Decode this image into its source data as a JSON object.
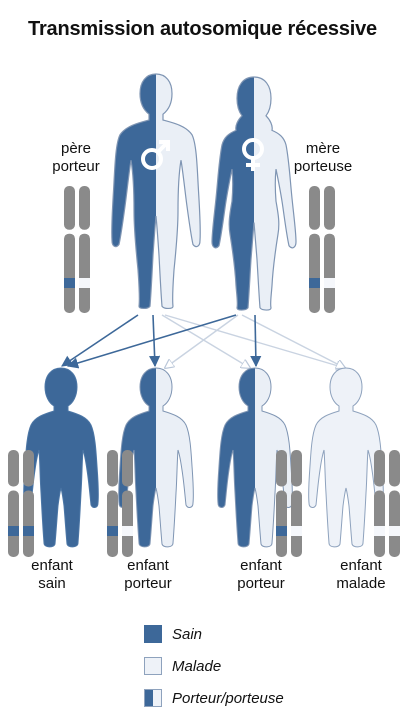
{
  "title": "Transmission autosomique récessive",
  "labels": {
    "father": [
      "père",
      "porteur"
    ],
    "mother": [
      "mère",
      "porteuse"
    ],
    "child1": [
      "enfant",
      "sain"
    ],
    "child2": [
      "enfant",
      "porteur"
    ],
    "child3": [
      "enfant",
      "porteur"
    ],
    "child4": [
      "enfant",
      "malade"
    ]
  },
  "symbols": {
    "male": "♂",
    "female": "♀"
  },
  "legend": [
    {
      "label": "Sain",
      "swatch": "healthy"
    },
    {
      "label": "Malade",
      "swatch": "affected"
    },
    {
      "label": "Porteur/porteuse",
      "swatch": "carrier"
    }
  ],
  "colors": {
    "healthy": "#3d6899",
    "affected": "#e8edf5",
    "outline": "#7f95b3",
    "chromosome": "#8a8a8a"
  }
}
